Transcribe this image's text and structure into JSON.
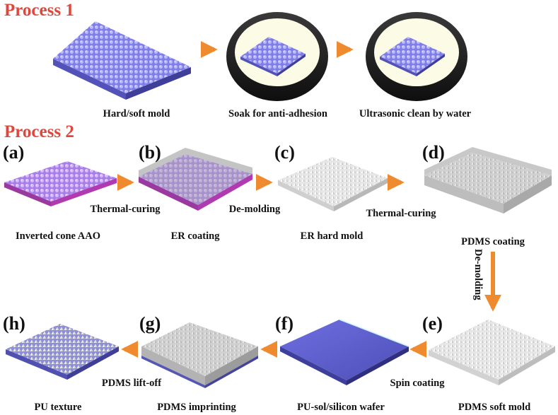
{
  "process1": {
    "title": "Process 1",
    "steps": [
      "Hard/soft mold",
      "Soak for anti-adhesion",
      "Ultrasonic clean by water"
    ]
  },
  "process2": {
    "title": "Process 2",
    "panels": [
      {
        "letter": "(a)",
        "caption": "Inverted cone AAO"
      },
      {
        "letter": "(b)",
        "caption": "ER coating"
      },
      {
        "letter": "(c)",
        "caption": "ER hard mold"
      },
      {
        "letter": "(d)",
        "caption": "PDMS coating"
      },
      {
        "letter": "(e)",
        "caption": "PDMS soft mold"
      },
      {
        "letter": "(f)",
        "caption": "PU-sol/silicon wafer"
      },
      {
        "letter": "(g)",
        "caption": "PDMS imprinting"
      },
      {
        "letter": "(h)",
        "caption": "PU texture"
      }
    ],
    "transitions": {
      "a_to_b": "Thermal-curing",
      "b_to_c": "De-molding",
      "c_to_d": "Thermal-curing",
      "d_to_e": "De-molding",
      "e_to_f": "Spin coating",
      "g_to_h": "PDMS lift-off"
    }
  },
  "colors": {
    "title": "#e0463c",
    "arrow": "#f08a2e",
    "mold_blue": "#8d8cf0",
    "aao_purple": "#b58ff0",
    "substrate_magenta": "#b03ab0",
    "er_white": "#f2f2f2",
    "pdms_gray": "#c9c9c9",
    "pu_blue": "#5c5ccc"
  }
}
